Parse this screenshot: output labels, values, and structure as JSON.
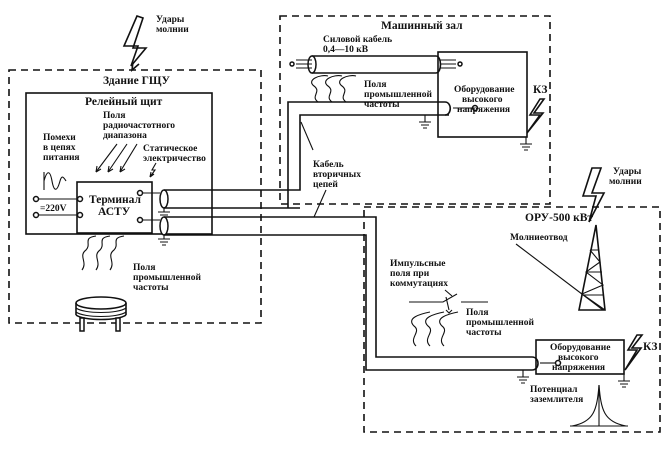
{
  "diagram": {
    "zones": {
      "gshchu": {
        "title": "Здание ГЩУ"
      },
      "relay_panel": {
        "title": "Релейный щит"
      },
      "machine_hall": {
        "title": "Машинный зал"
      },
      "oru": {
        "title": "ОРУ-500 кВт"
      }
    },
    "labels": {
      "lightning_top": [
        "Удары",
        "молнии"
      ],
      "lightning_right": [
        "Удары",
        "молнии"
      ],
      "rf_fields": [
        "Поля",
        "радиочастотного",
        "диапазона"
      ],
      "power_noise": [
        "Помехи",
        "в цепях",
        "питания"
      ],
      "static": [
        "Статическое",
        "электричество"
      ],
      "voltage": "=220V",
      "terminal": [
        "Терминал",
        "АСТУ"
      ],
      "pf_fields_gshchu": [
        "Поля",
        "промышленной",
        "частоты"
      ],
      "power_cable": [
        "Силовой кабель",
        "0,4—10 кВ"
      ],
      "pf_fields_hall": [
        "Поля",
        "промышленной",
        "частоты"
      ],
      "hv_equipment_hall": [
        "Оборудование",
        "высокого",
        "напряжения"
      ],
      "kz_hall": "КЗ",
      "secondary_cable": [
        "Кабель",
        "вторичных",
        "цепей"
      ],
      "lightning_rod": "Молниеотвод",
      "impulse_fields": [
        "Импульсные",
        "поля при",
        "коммутациях"
      ],
      "pf_fields_oru": [
        "Поля",
        "промышленной",
        "частоты"
      ],
      "hv_equipment_oru": [
        "Оборудование",
        "высокого",
        "напряжения"
      ],
      "kz_oru": "КЗ",
      "ground_potential": [
        "Потенциал",
        "заземлителя"
      ]
    }
  }
}
